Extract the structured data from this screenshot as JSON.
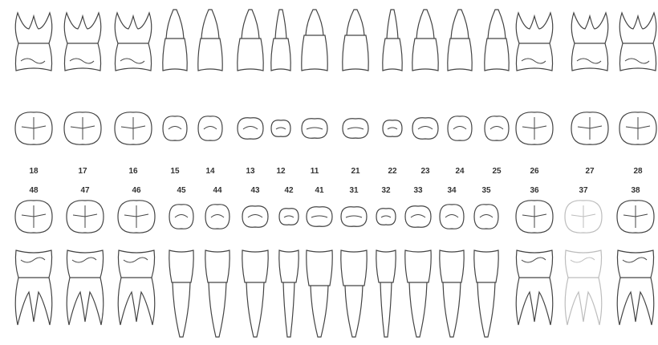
{
  "chart": {
    "line_color": "#444444",
    "faded_color": "#bdbdbd",
    "upper": [
      {
        "num": "18",
        "type": "molar",
        "faded": false
      },
      {
        "num": "17",
        "type": "molar",
        "faded": false
      },
      {
        "num": "16",
        "type": "molar",
        "faded": false
      },
      {
        "num": "15",
        "type": "premolar",
        "faded": false
      },
      {
        "num": "14",
        "type": "premolar",
        "faded": false
      },
      {
        "num": "13",
        "type": "canine",
        "faded": false
      },
      {
        "num": "12",
        "type": "lateral",
        "faded": false
      },
      {
        "num": "11",
        "type": "central",
        "faded": false
      },
      {
        "num": "21",
        "type": "central",
        "faded": false
      },
      {
        "num": "22",
        "type": "lateral",
        "faded": false
      },
      {
        "num": "23",
        "type": "canine",
        "faded": false
      },
      {
        "num": "24",
        "type": "premolar",
        "faded": false
      },
      {
        "num": "25",
        "type": "premolar",
        "faded": false
      },
      {
        "num": "26",
        "type": "molar",
        "faded": false
      },
      {
        "num": "27",
        "type": "molar",
        "faded": false
      },
      {
        "num": "28",
        "type": "molar",
        "faded": false
      }
    ],
    "lower": [
      {
        "num": "48",
        "type": "molar",
        "faded": false
      },
      {
        "num": "47",
        "type": "molar",
        "faded": false
      },
      {
        "num": "46",
        "type": "molar",
        "faded": false
      },
      {
        "num": "45",
        "type": "premolar",
        "faded": false
      },
      {
        "num": "44",
        "type": "premolar",
        "faded": false
      },
      {
        "num": "43",
        "type": "canine",
        "faded": false
      },
      {
        "num": "42",
        "type": "lateral",
        "faded": false
      },
      {
        "num": "41",
        "type": "central",
        "faded": false
      },
      {
        "num": "31",
        "type": "central",
        "faded": false
      },
      {
        "num": "32",
        "type": "lateral",
        "faded": false
      },
      {
        "num": "33",
        "type": "canine",
        "faded": false
      },
      {
        "num": "34",
        "type": "premolar",
        "faded": false
      },
      {
        "num": "35",
        "type": "premolar",
        "faded": false
      },
      {
        "num": "36",
        "type": "molar",
        "faded": false
      },
      {
        "num": "37",
        "type": "molar",
        "faded": true
      },
      {
        "num": "38",
        "type": "molar",
        "faded": false
      }
    ]
  }
}
